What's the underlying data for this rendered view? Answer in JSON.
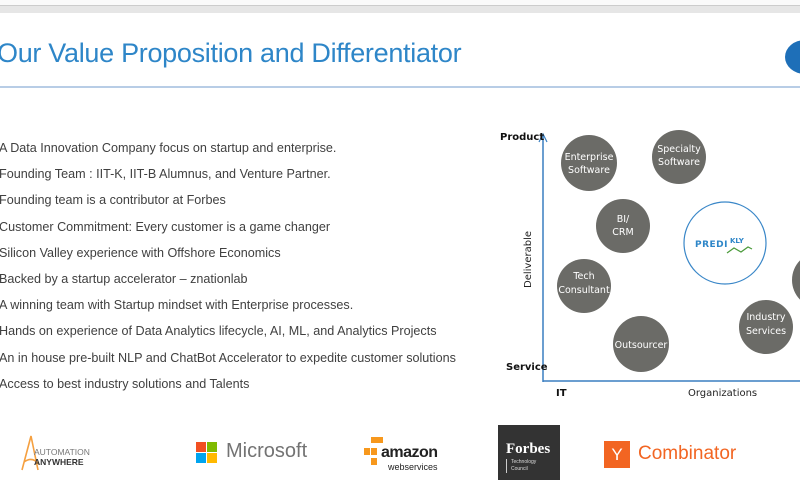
{
  "title": "Our Value Proposition and Differentiator",
  "bullets": [
    "A Data Innovation Company focus on startup and enterprise.",
    "Founding Team : IIT-K, IIT-B Alumnus, and Venture Partner.",
    "Founding team is a contributor at Forbes",
    "Customer Commitment: Every customer is a game changer",
    "Silicon Valley experience with Offshore Economics",
    "Backed by a startup accelerator – znationlab",
    "A winning team with Startup mindset with Enterprise processes.",
    "Hands on experience of Data Analytics lifecycle, AI, ML, and Analytics Projects",
    "An in house pre-built NLP and ChatBot Accelerator to expedite customer solutions",
    "Access to best industry solutions and Talents"
  ],
  "matrix": {
    "y_top": "Product",
    "y_bottom": "Service",
    "y_label": "Deliverable",
    "x_left": "IT",
    "x_label": "Organizations",
    "bubbles": [
      {
        "line1": "Enterprise",
        "line2": "Software"
      },
      {
        "line1": "Specialty",
        "line2": "Software"
      },
      {
        "line1": "BI/",
        "line2": "CRM"
      },
      {
        "line1": "Tech",
        "line2": "Consultant"
      },
      {
        "line1": "Outsourcer",
        "line2": ""
      },
      {
        "line1": "Industry",
        "line2": "Services"
      }
    ],
    "company_logo": {
      "main": "PREDI",
      "accent": "KLY"
    }
  },
  "partners": {
    "automation": {
      "line1": "AUTOMATION",
      "line2": "ANYWHERE"
    },
    "microsoft": "Microsoft",
    "amazon": {
      "line1": "amazon",
      "line2": "webservices"
    },
    "forbes": {
      "line1": "Forbes",
      "line2": "Technology",
      "line3": "Council"
    },
    "ycombinator": {
      "letter": "Y",
      "name": "Combinator"
    }
  },
  "colors": {
    "accent": "#2e86c8",
    "bubble": "#6b6b67",
    "yc": "#f26522"
  }
}
